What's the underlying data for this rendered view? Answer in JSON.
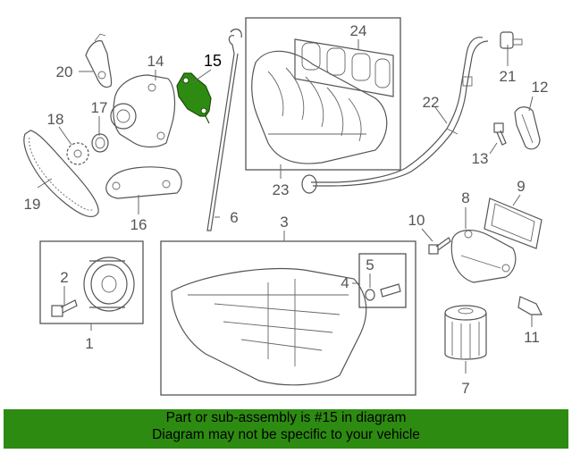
{
  "diagram": {
    "callouts": [
      "1",
      "2",
      "3",
      "4",
      "5",
      "6",
      "7",
      "8",
      "9",
      "10",
      "11",
      "12",
      "13",
      "14",
      "15",
      "16",
      "17",
      "18",
      "19",
      "20",
      "21",
      "22",
      "23",
      "24"
    ],
    "highlighted_callout": "15",
    "highlight_color": "#2e8b12"
  },
  "banner": {
    "line1": "Part or sub-assembly is #15 in diagram",
    "line2": "Diagram may not be specific to your vehicle",
    "background": "#2e8b12"
  }
}
